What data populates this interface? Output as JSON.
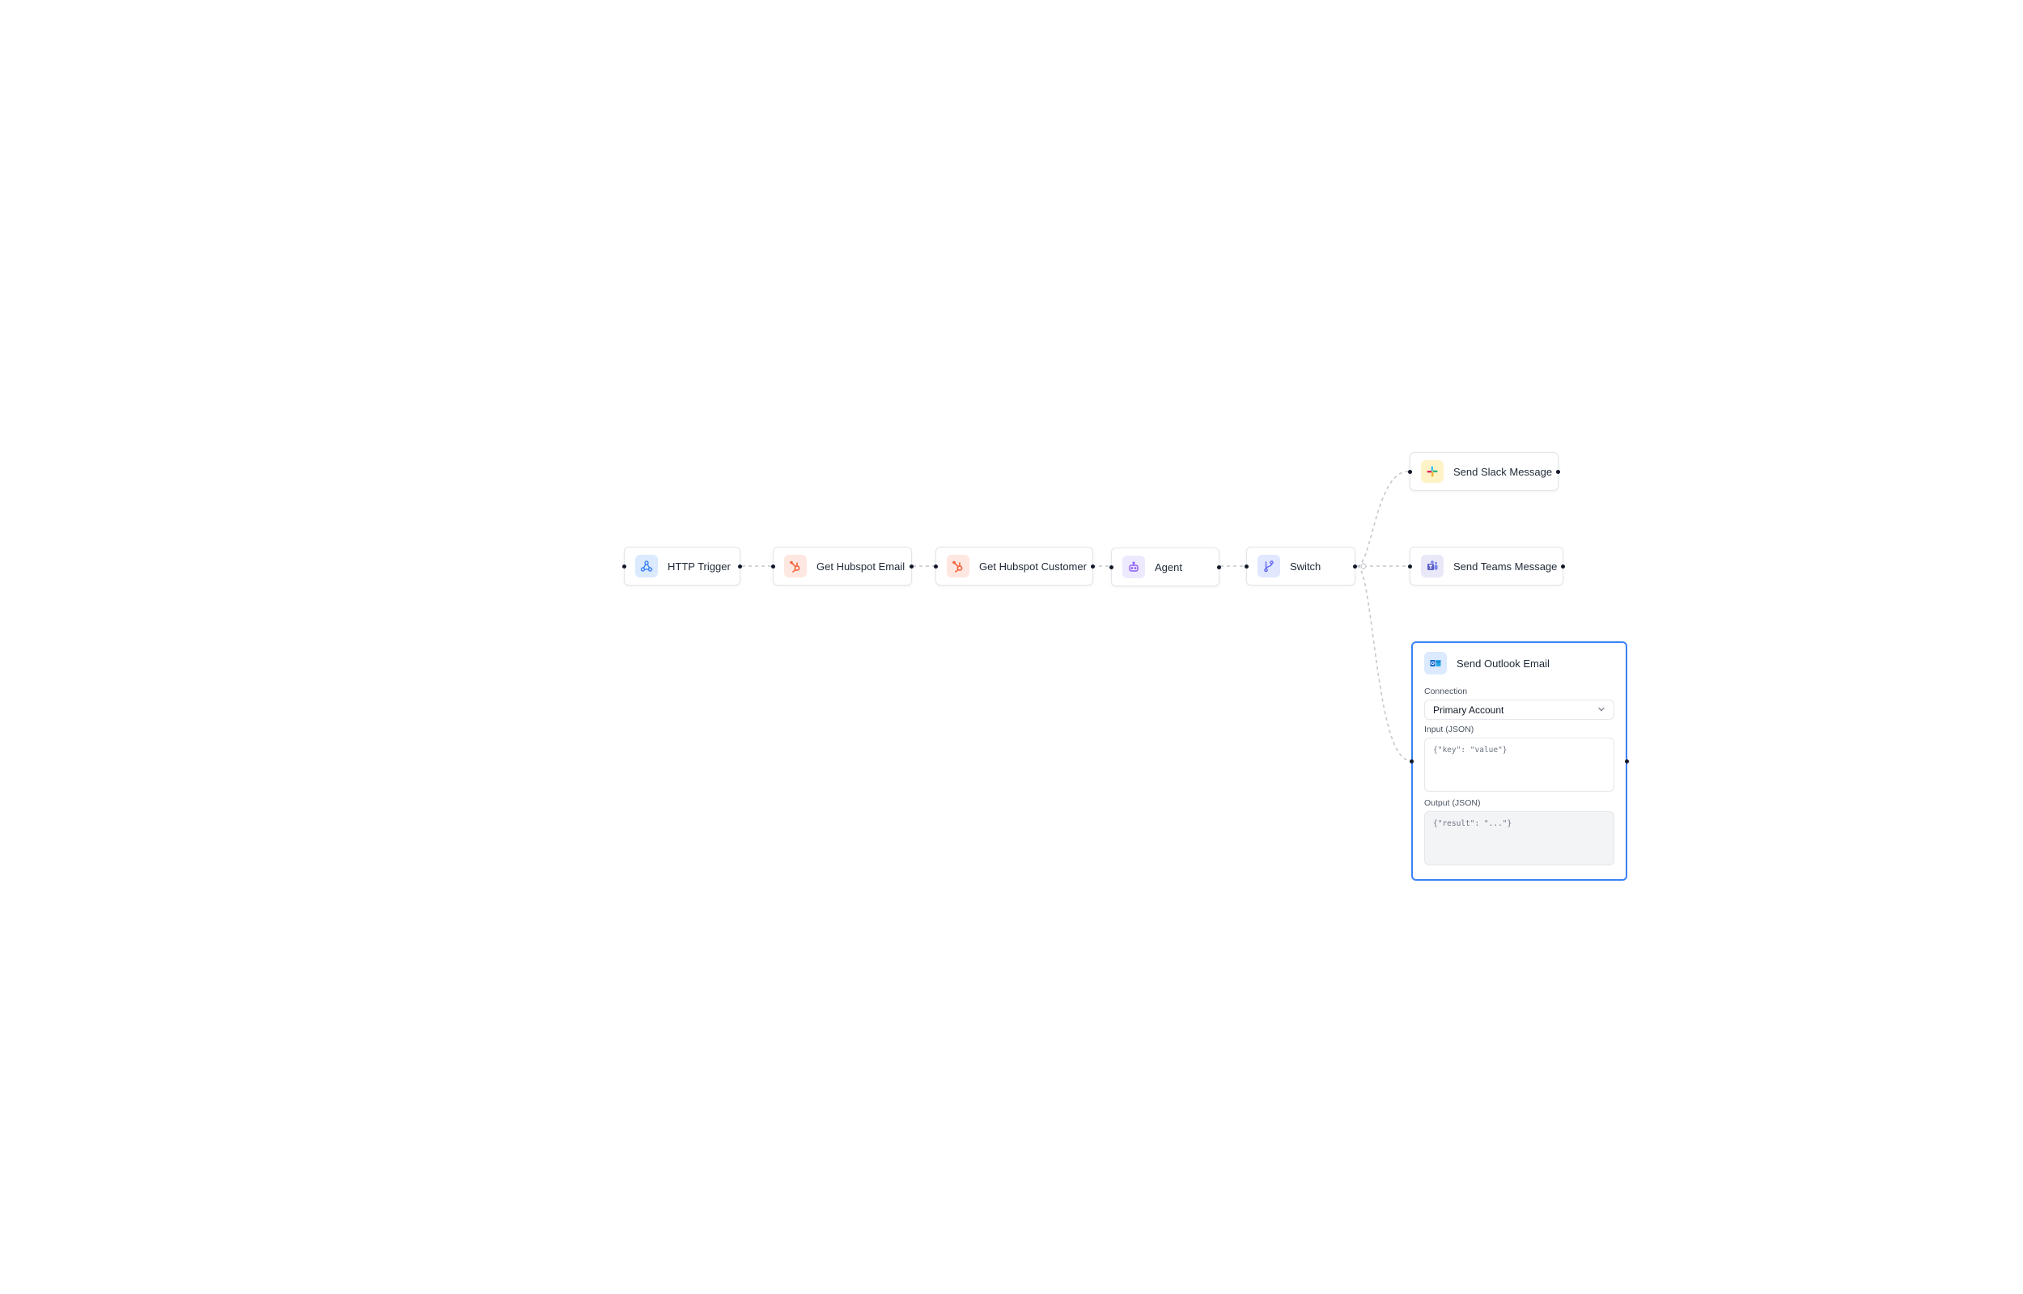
{
  "nodes": {
    "http_trigger": {
      "label": "HTTP Trigger",
      "icon": "webhook-icon"
    },
    "get_hubspot_email": {
      "label": "Get Hubspot Email",
      "icon": "hubspot-icon"
    },
    "get_hubspot_customer": {
      "label": "Get Hubspot Customer",
      "icon": "hubspot-icon"
    },
    "agent": {
      "label": "Agent",
      "icon": "robot-icon"
    },
    "switch": {
      "label": "Switch",
      "icon": "git-branch-icon"
    },
    "send_slack_message": {
      "label": "Send Slack Message",
      "icon": "slack-icon"
    },
    "send_teams_message": {
      "label": "Send Teams Message",
      "icon": "teams-icon"
    }
  },
  "outlook": {
    "title": "Send Outlook Email",
    "icon": "outlook-icon",
    "connection_label": "Connection",
    "connection_value": "Primary Account",
    "input_label": "Input (JSON)",
    "input_placeholder": "{\"key\": \"value\"}",
    "output_label": "Output (JSON)",
    "output_placeholder": "{\"result\": \"...\"}"
  },
  "colors": {
    "accent": "#3b82f6",
    "hubspot": "#f4623a",
    "agent": "#8b5cf6",
    "switch": "#6366f1",
    "teams": "#5b5fc7"
  }
}
